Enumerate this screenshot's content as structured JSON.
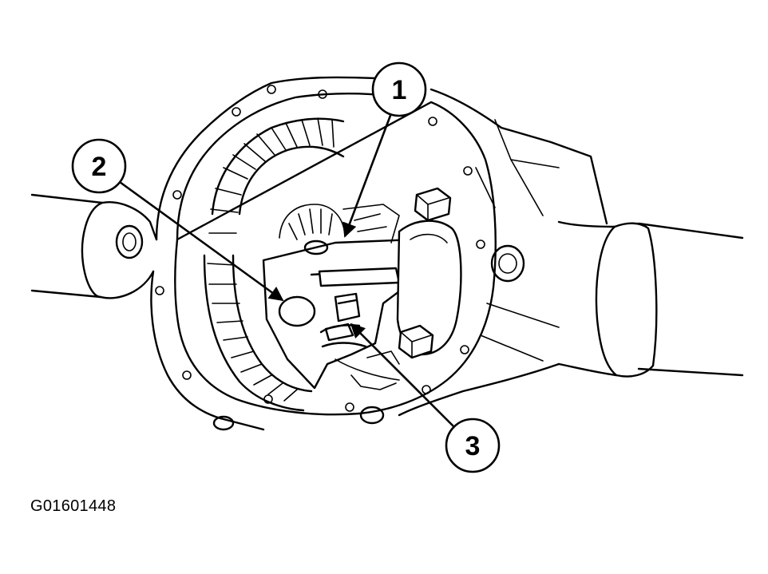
{
  "callouts": [
    {
      "id": "1",
      "label": "1"
    },
    {
      "id": "2",
      "label": "2"
    },
    {
      "id": "3",
      "label": "3"
    }
  ],
  "figure_id": "G01601448",
  "colors": {
    "line": "#000000",
    "background": "#ffffff"
  }
}
